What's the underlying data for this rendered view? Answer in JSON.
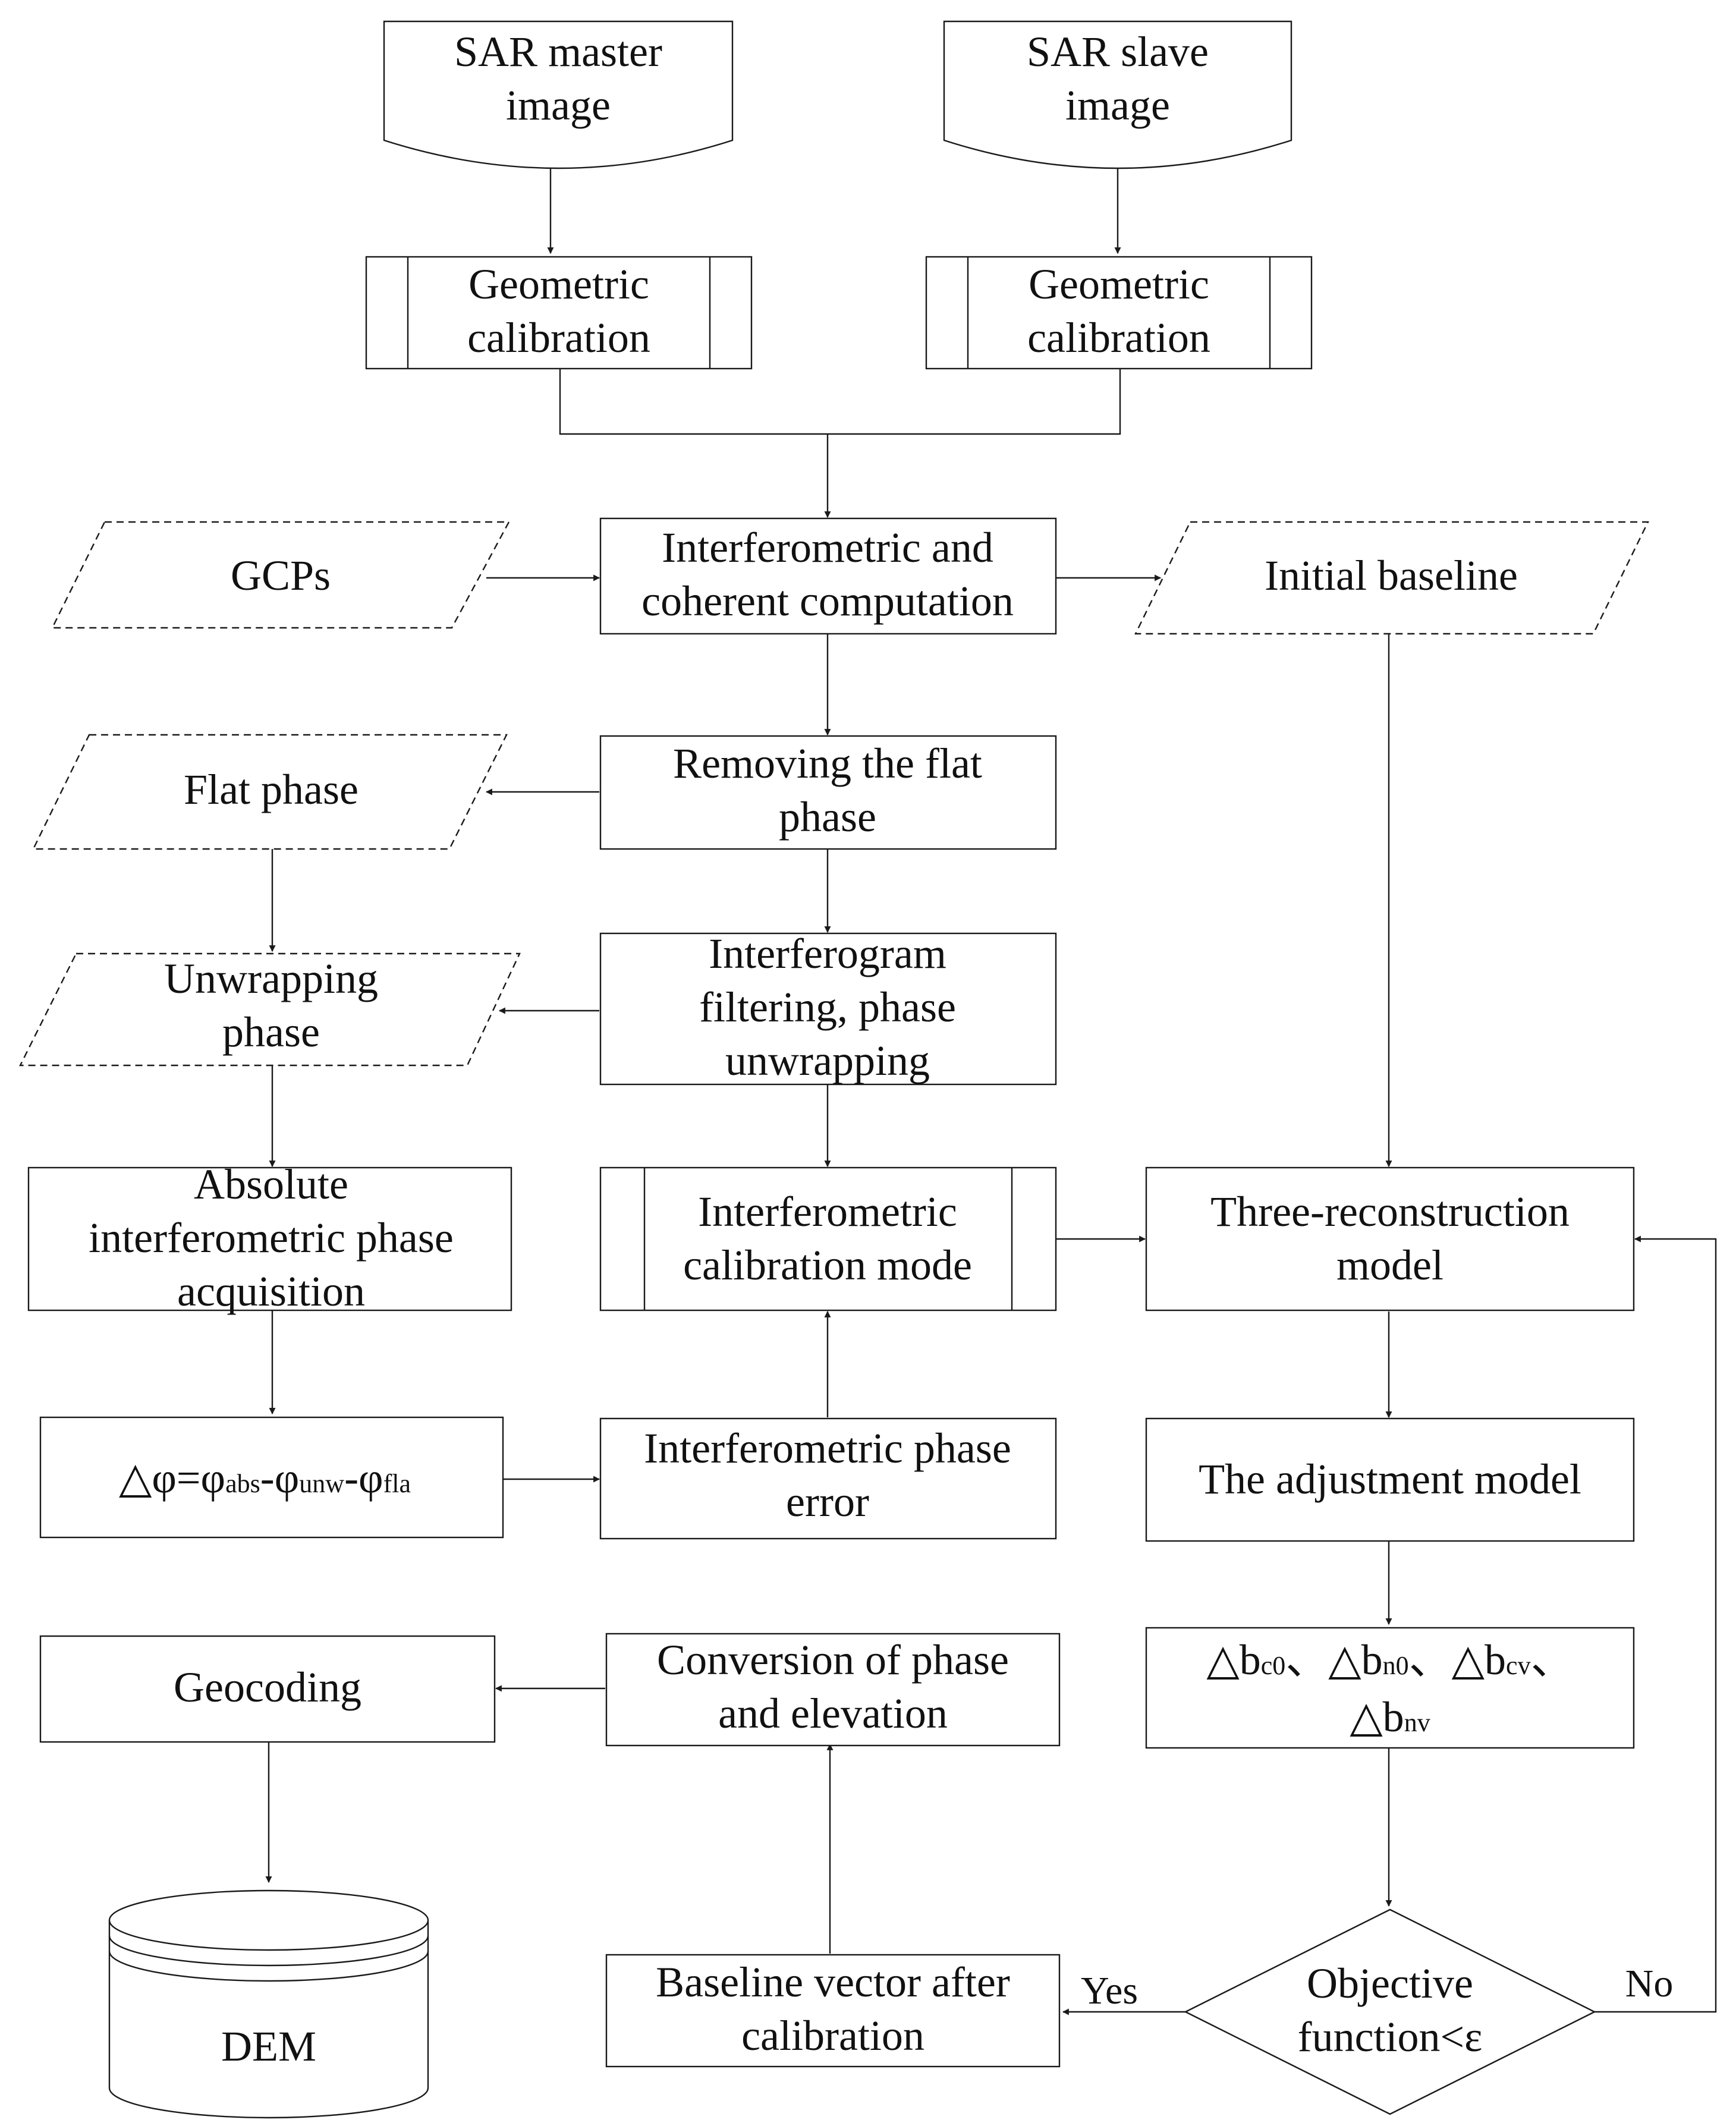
{
  "nodes": {
    "master": {
      "line1": "SAR master",
      "line2": "image"
    },
    "slave": {
      "line1": "SAR slave",
      "line2": "image"
    },
    "geo_cal_left": {
      "line1": "Geometric",
      "line2": "calibration"
    },
    "geo_cal_right": {
      "line1": "Geometric",
      "line2": "calibration"
    },
    "gcps": {
      "label": "GCPs"
    },
    "interf": {
      "line1": "Interferometric and",
      "line2": "coherent computation"
    },
    "init_baseline": {
      "label": "Initial baseline"
    },
    "remove_flat": {
      "line1": "Removing the flat",
      "line2": "phase"
    },
    "flat_phase": {
      "label": "Flat phase"
    },
    "filtering": {
      "line1": "Interferogram",
      "line2": "filtering, phase",
      "line3": "unwrapping"
    },
    "unwrap_phase": {
      "line1": "Unwrapping",
      "line2": "phase"
    },
    "abs_phase": {
      "line1": "Absolute",
      "line2": "interferometric phase",
      "line3": "acquisition"
    },
    "calib_mode": {
      "line1": "Interferometric",
      "line2": "calibration mode"
    },
    "three_recon": {
      "line1": "Three-reconstruction",
      "line2": "model"
    },
    "delta_phi": {
      "a": "△φ=φ",
      "b": "abs",
      "c": "-φ",
      "d": "unw",
      "e": "-φ",
      "f": "fla"
    },
    "phase_error": {
      "line1": "Interferometric  phase",
      "line2": "error"
    },
    "adjust": {
      "label": "The adjustment model"
    },
    "delta_b": {
      "l1a": "△b",
      "l1b": "c0",
      "l1c": "、△b",
      "l1d": "n0",
      "l1e": "、△b",
      "l1f": "cv",
      "l1g": "、",
      "l2a": "△b",
      "l2b": "nv"
    },
    "geocoding": {
      "label": "Geocoding"
    },
    "conversion": {
      "line1": "Conversion of phase",
      "line2": "and elevation"
    },
    "dem": {
      "label": "DEM"
    },
    "baseline_after": {
      "line1": "Baseline vector after",
      "line2": "calibration"
    },
    "objective": {
      "line1": "Objective",
      "line2": "function<ε"
    }
  },
  "edges": {
    "yes": "Yes",
    "no": "No"
  }
}
